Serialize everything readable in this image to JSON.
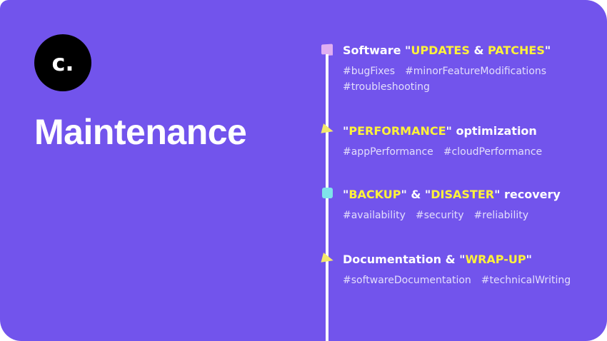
{
  "brand": {
    "logo_text": "c."
  },
  "title": "Maintenance",
  "colors": {
    "background": "#7254ec",
    "highlight": "#fff23a",
    "text": "#ffffff"
  },
  "timeline": [
    {
      "marker": "pink-flag",
      "title_parts": [
        {
          "text": "Software ",
          "hl": false
        },
        {
          "text": "\"",
          "hl": false
        },
        {
          "text": "UPDATES",
          "hl": true
        },
        {
          "text": " & ",
          "hl": false
        },
        {
          "text": "PATCHES",
          "hl": true
        },
        {
          "text": "\"",
          "hl": false
        }
      ],
      "tags": [
        "#bugFixes",
        "#minorFeatureModifications",
        "#troubleshooting"
      ]
    },
    {
      "marker": "yellow-triangle",
      "title_parts": [
        {
          "text": "\"",
          "hl": false
        },
        {
          "text": "PERFORMANCE",
          "hl": true
        },
        {
          "text": "\" optimization",
          "hl": false
        }
      ],
      "tags": [
        "#appPerformance",
        "#cloudPerformance"
      ]
    },
    {
      "marker": "cyan-square",
      "title_parts": [
        {
          "text": "\"",
          "hl": false
        },
        {
          "text": "BACKUP",
          "hl": true
        },
        {
          "text": "\" & \"",
          "hl": false
        },
        {
          "text": "DISASTER",
          "hl": true
        },
        {
          "text": "\" recovery",
          "hl": false
        }
      ],
      "tags": [
        "#availability",
        "#security",
        "#reliability"
      ]
    },
    {
      "marker": "yellow-triangle",
      "title_parts": [
        {
          "text": "Documentation & \"",
          "hl": false
        },
        {
          "text": "WRAP-UP",
          "hl": true
        },
        {
          "text": "\"",
          "hl": false
        }
      ],
      "tags": [
        "#softwareDocumentation",
        "#technicalWriting"
      ]
    }
  ]
}
